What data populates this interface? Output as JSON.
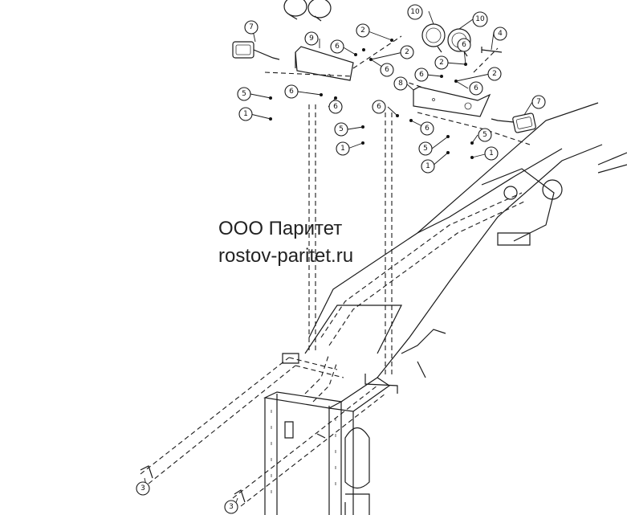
{
  "watermark": {
    "company": "ООО Паритет",
    "website": "rostov-paritet.ru"
  },
  "callouts": [
    {
      "label": "1"
    },
    {
      "label": "1"
    },
    {
      "label": "1"
    },
    {
      "label": "1"
    },
    {
      "label": "2"
    },
    {
      "label": "2"
    },
    {
      "label": "2"
    },
    {
      "label": "2"
    },
    {
      "label": "3"
    },
    {
      "label": "3"
    },
    {
      "label": "4"
    },
    {
      "label": "5"
    },
    {
      "label": "5"
    },
    {
      "label": "5"
    },
    {
      "label": "5"
    },
    {
      "label": "6"
    },
    {
      "label": "6"
    },
    {
      "label": "6"
    },
    {
      "label": "6"
    },
    {
      "label": "6"
    },
    {
      "label": "6"
    },
    {
      "label": "6"
    },
    {
      "label": "6"
    },
    {
      "label": "6"
    },
    {
      "label": "7"
    },
    {
      "label": "7"
    },
    {
      "label": "8"
    },
    {
      "label": "9"
    },
    {
      "label": "10"
    },
    {
      "label": "10"
    }
  ]
}
